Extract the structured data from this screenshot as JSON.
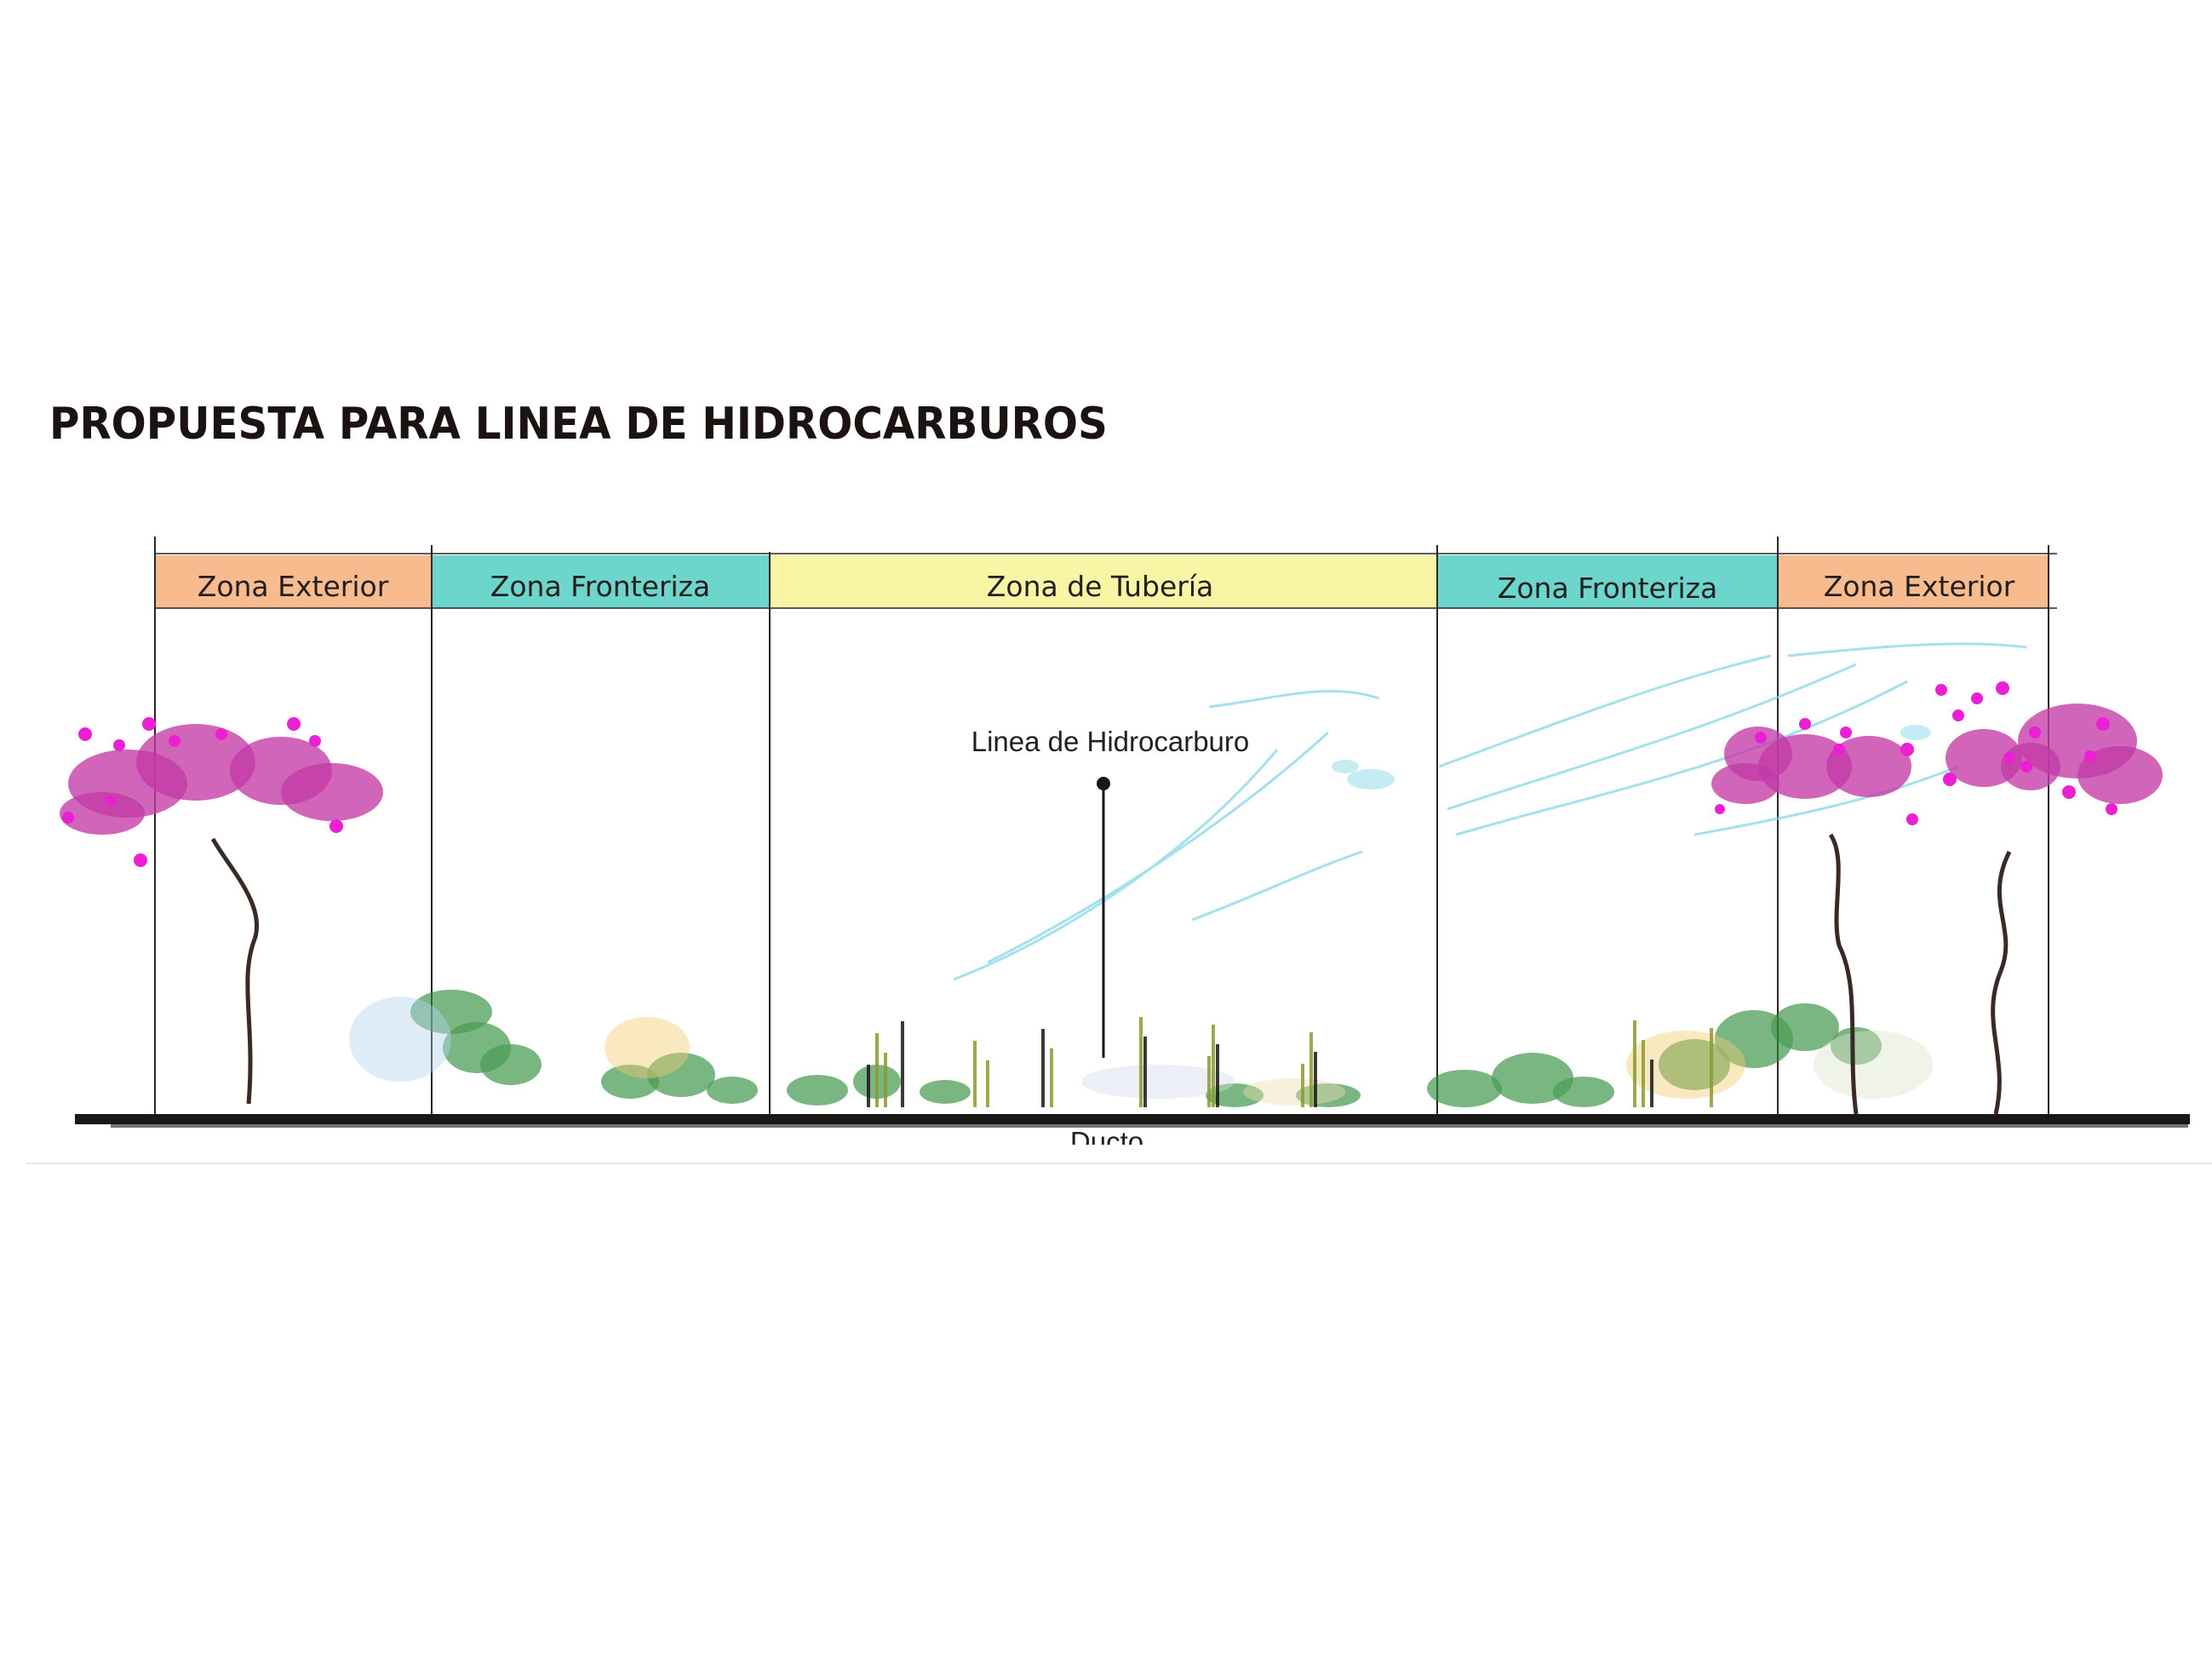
{
  "title": "PROPUESTA PARA LINEA DE HIDROCARBUROS",
  "zones": [
    {
      "label": "Zona Exterior",
      "color": "#f6b482"
    },
    {
      "label": "Zona Fronteriza",
      "color": "#5cd0c6"
    },
    {
      "label": "Zona de Tubería",
      "color": "#f7f49a"
    },
    {
      "label": "Zona Fronteriza",
      "color": "#5cd0c6"
    },
    {
      "label": "Zona Exterior",
      "color": "#f6b482"
    }
  ],
  "pipeline_label": "Linea de Hidrocarburo",
  "ground_label": "Ducto",
  "colors": {
    "tree_blossom": "#c33aa6",
    "tree_dot": "#ec1fd4",
    "shrub_green": "#2e8b3a",
    "grass_olive": "#8a9a2e",
    "ground": "#1a1716",
    "sky_wash": "#7fd3e6"
  }
}
